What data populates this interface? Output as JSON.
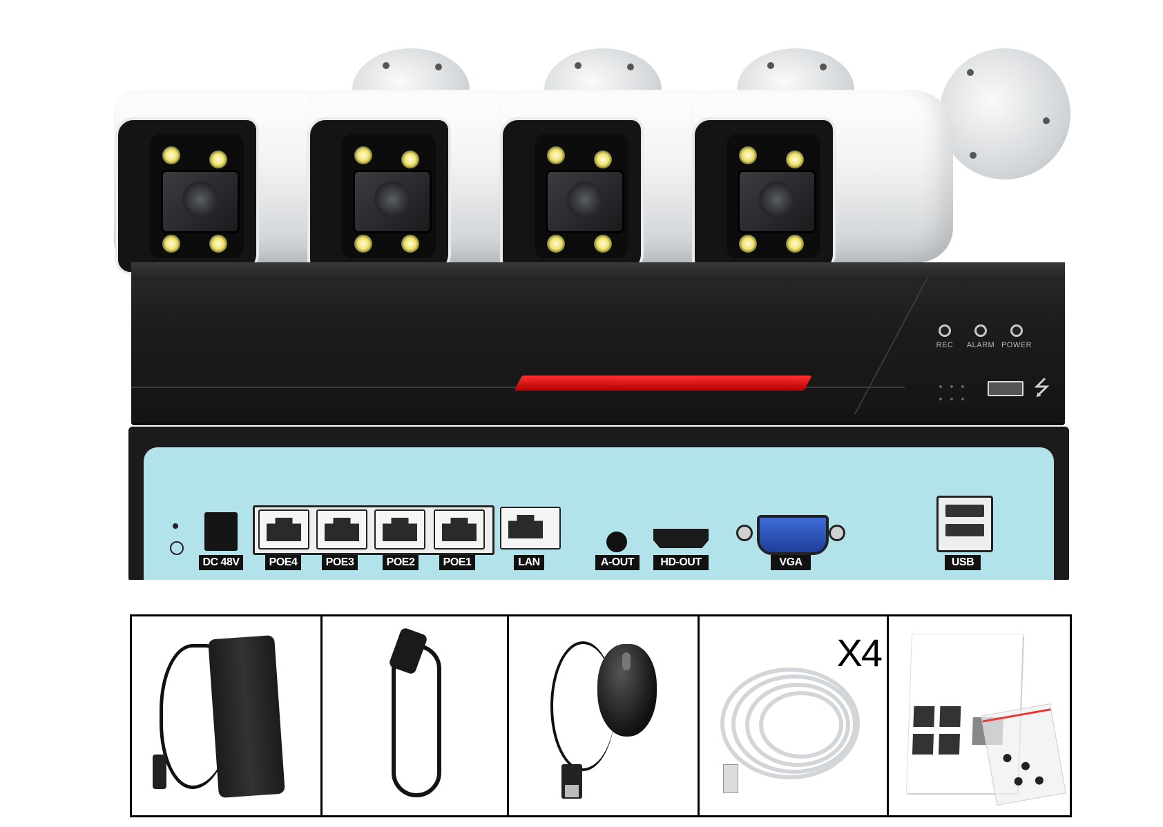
{
  "nvr": {
    "front_indicators": [
      "REC",
      "ALARM",
      "POWER"
    ],
    "rear_ports": {
      "dc": "DC 48V",
      "poe": [
        "POE4",
        "POE3",
        "POE2",
        "POE1"
      ],
      "lan": "LAN",
      "aout": "A-OUT",
      "hdout": "HD-OUT",
      "vga": "VGA",
      "usb": "USB"
    }
  },
  "accessories": {
    "cable_qty": "X4"
  },
  "colors": {
    "panel": "#b3e3ea",
    "accent_red": "#e01010",
    "chassis": "#1b1b1b"
  }
}
